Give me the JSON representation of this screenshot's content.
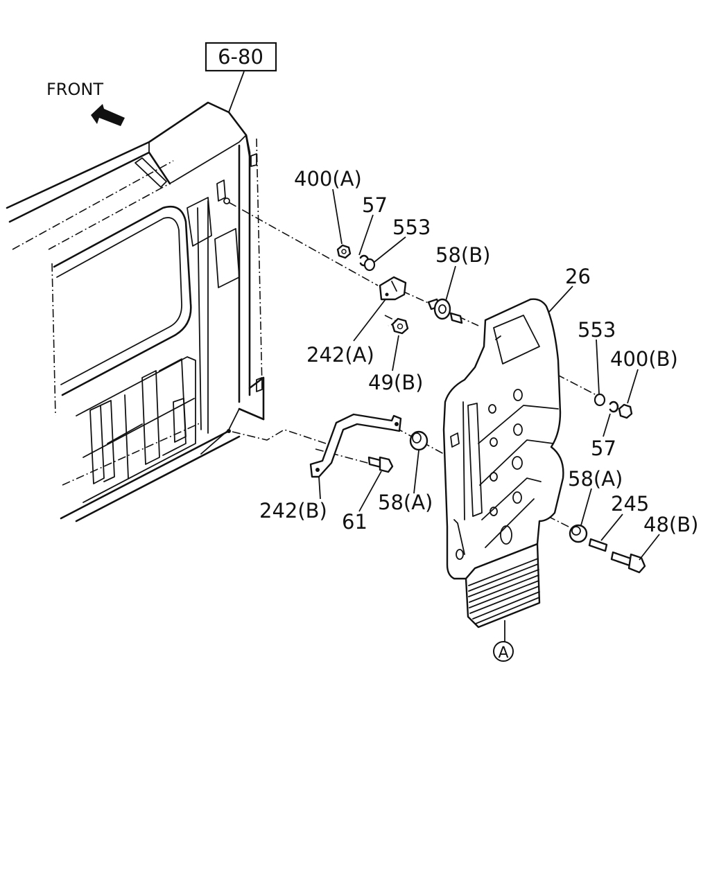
{
  "reference": {
    "label": "6-80"
  },
  "direction": {
    "label": "FRONT"
  },
  "callouts": [
    {
      "id": "400a",
      "label": "400(A)"
    },
    {
      "id": "57a",
      "label": "57"
    },
    {
      "id": "553a",
      "label": "553"
    },
    {
      "id": "58b",
      "label": "58(B)"
    },
    {
      "id": "26",
      "label": "26"
    },
    {
      "id": "242a",
      "label": "242(A)"
    },
    {
      "id": "49b",
      "label": "49(B)"
    },
    {
      "id": "553b",
      "label": "553"
    },
    {
      "id": "400b",
      "label": "400(B)"
    },
    {
      "id": "57b",
      "label": "57"
    },
    {
      "id": "58a1",
      "label": "58(A)"
    },
    {
      "id": "58a2",
      "label": "58(A)"
    },
    {
      "id": "245",
      "label": "245"
    },
    {
      "id": "48b",
      "label": "48(B)"
    },
    {
      "id": "242b",
      "label": "242(B)"
    },
    {
      "id": "61",
      "label": "61"
    }
  ],
  "marker": {
    "label": "A"
  }
}
